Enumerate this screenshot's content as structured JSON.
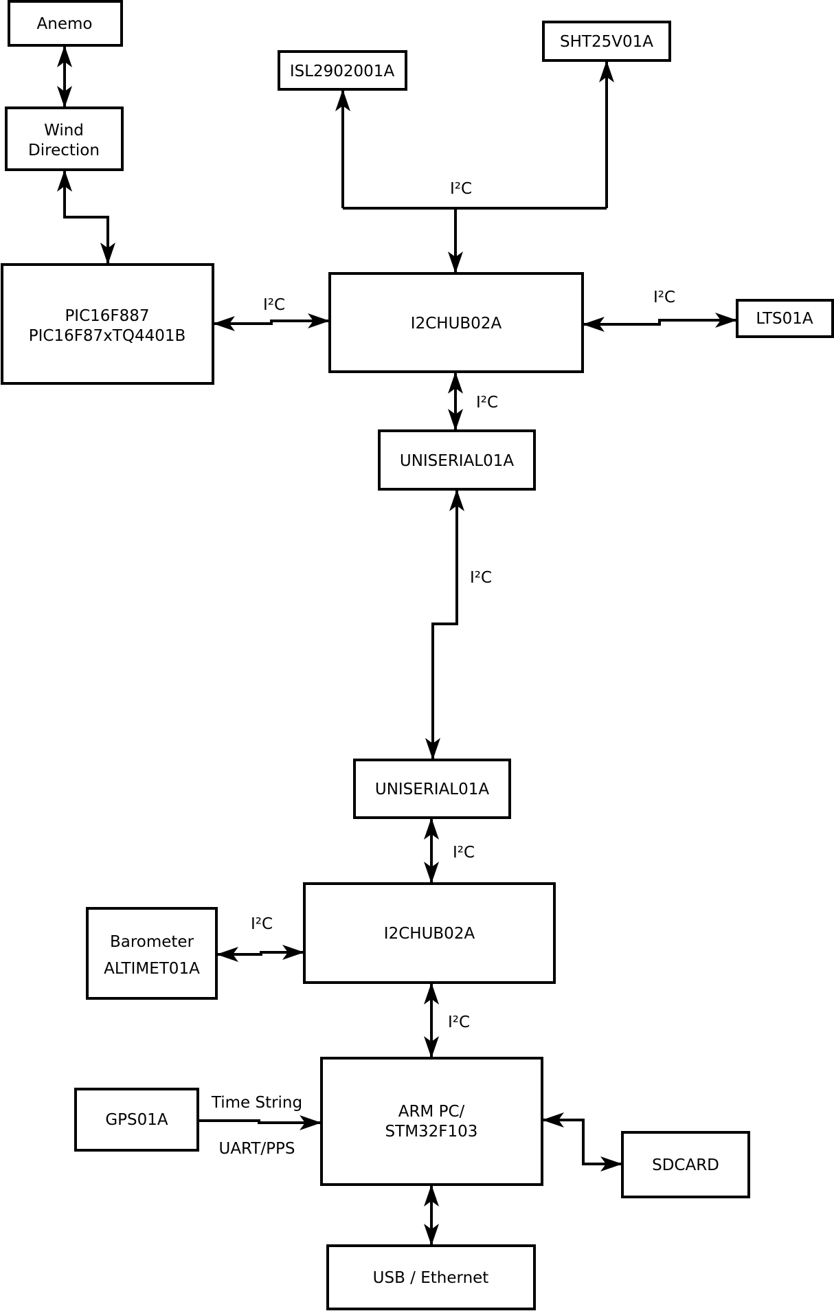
{
  "diagram": {
    "nodes": {
      "anemo": {
        "lines": [
          "Anemo"
        ]
      },
      "wind": {
        "lines": [
          "Wind",
          "Direction"
        ]
      },
      "pic": {
        "lines": [
          "PIC16F887",
          "PIC16F87xTQ4401B"
        ]
      },
      "isl": {
        "lines": [
          "ISL2902001A"
        ]
      },
      "sht": {
        "lines": [
          "SHT25V01A"
        ]
      },
      "hub1": {
        "lines": [
          "I2CHUB02A"
        ]
      },
      "lts": {
        "lines": [
          "LTS01A"
        ]
      },
      "uniserial1": {
        "lines": [
          "UNISERIAL01A"
        ]
      },
      "uniserial2": {
        "lines": [
          "UNISERIAL01A"
        ]
      },
      "hub2": {
        "lines": [
          "I2CHUB02A"
        ]
      },
      "barometer": {
        "lines": [
          "Barometer",
          "ALTIMET01A"
        ]
      },
      "gps": {
        "lines": [
          "GPS01A"
        ]
      },
      "arm": {
        "lines": [
          "ARM PC/",
          "STM32F103"
        ]
      },
      "sdcard": {
        "lines": [
          "SDCARD"
        ]
      },
      "usb": {
        "lines": [
          "USB / Ethernet"
        ]
      }
    },
    "edge_labels": {
      "bus": "I²C",
      "pic-hub1": "I²C",
      "hub1-lts": "I²C",
      "hub1-uniserial1": "I²C",
      "uniserial1-uniserial2": "I²C",
      "uniserial2-hub2": "I²C",
      "barometer-hub2": "I²C",
      "hub2-arm": "I²C",
      "gps-arm-time": "Time String",
      "gps-arm-uart": "UART/PPS"
    },
    "colors": {
      "stroke": "#000000",
      "box_fill": "#ffffff",
      "text": "#000000",
      "background": "#ffffff"
    }
  }
}
